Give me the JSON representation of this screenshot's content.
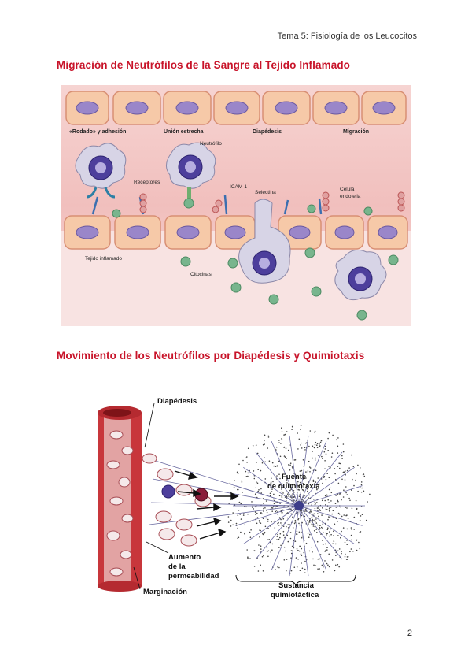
{
  "header": {
    "running_title": "Tema 5: Fisiología de los Leucocitos"
  },
  "section1": {
    "title": "Migración de Neutrófilos de la Sangre al Tejido Inflamado",
    "stages": [
      "«Rodado» y adhesión",
      "Unión estrecha",
      "Diapédesis",
      "Migración"
    ],
    "labels": {
      "neutrofilo": "Neutrófilo",
      "receptores": "Receptores",
      "icam": "ICAM-1",
      "selectina": "Selectina",
      "celula1": "Célula",
      "celula2": "endotelia",
      "tejido": "Tejido inflamado",
      "citocinas": "Citocinas"
    }
  },
  "section2": {
    "title": "Movimiento de los Neutrófilos por Diapédesis y Quimiotaxis",
    "labels": {
      "diapedesis": "Diapédesis",
      "fuente1": "Fuente",
      "fuente2": "de quimiotaxia",
      "aumento1": "Aumento",
      "aumento2": "de la",
      "aumento3": "permeabilidad",
      "marginacion": "Marginación",
      "sustancia1": "Sustancia",
      "sustancia2": "quimiotáctica"
    }
  },
  "footer": {
    "page_number": "2"
  },
  "colors": {
    "title_red": "#c8142a",
    "cell_fill": "#f6c9a8",
    "nucleus": "#9a86c9",
    "background_pink": "#f3c6c4"
  }
}
